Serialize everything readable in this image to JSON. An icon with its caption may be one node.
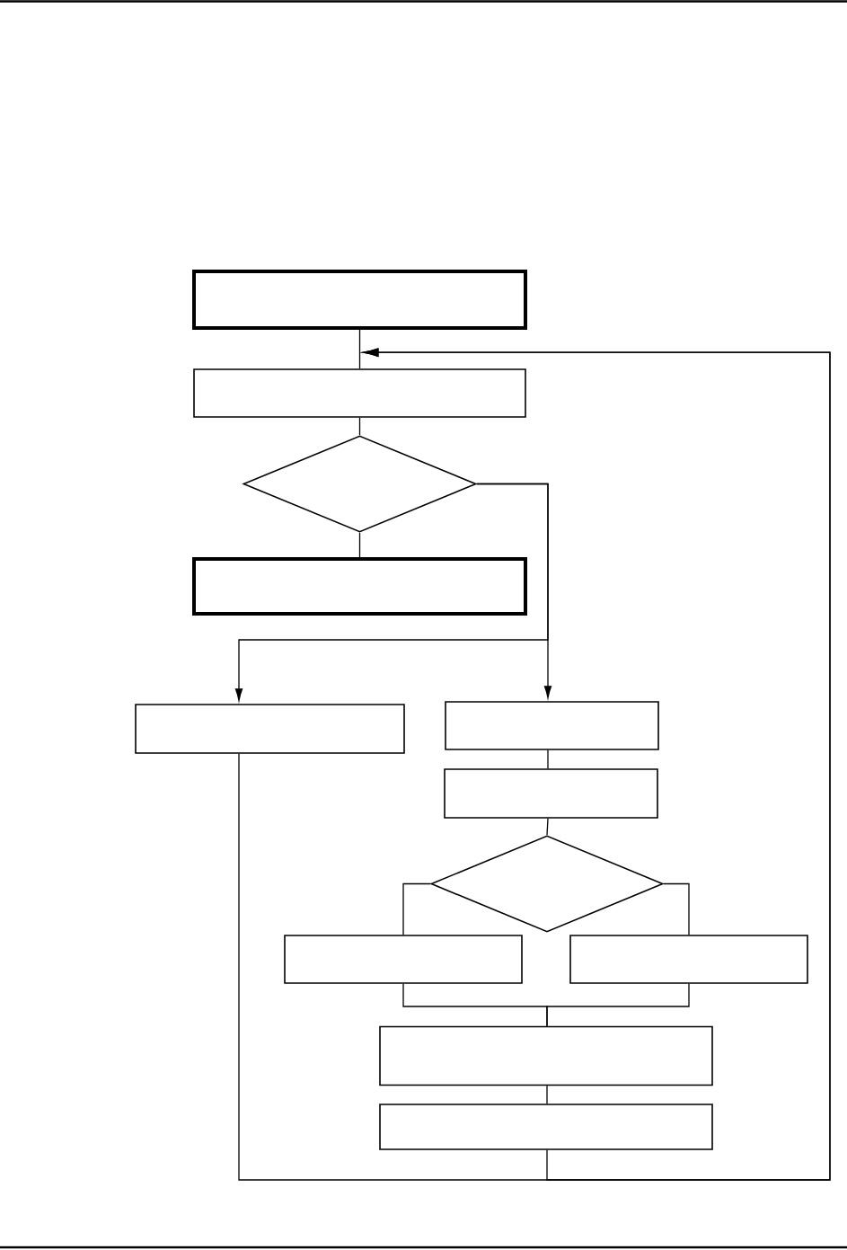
{
  "diagram": {
    "nodes": [
      {
        "text": [],
        "shape": "box"
      },
      {
        "text": [],
        "shape": "box"
      },
      {
        "text": [],
        "shape": "diamond"
      },
      {
        "text": [],
        "shape": "box"
      },
      {
        "text": [],
        "shape": "box"
      },
      {
        "text": [],
        "shape": "box"
      },
      {
        "text": [],
        "shape": "box"
      },
      {
        "text": [],
        "shape": "diamond"
      },
      {
        "text": [],
        "shape": "box"
      },
      {
        "text": [],
        "shape": "box"
      },
      {
        "text": [],
        "shape": "box"
      },
      {
        "text": [],
        "shape": "box"
      }
    ],
    "edges": [
      {
        "from": 0,
        "to": 1,
        "arrow": "none"
      },
      {
        "from": 1,
        "to": 2,
        "arrow": "none"
      },
      {
        "from": 2,
        "to": 3,
        "arrow": "none"
      },
      {
        "from": 2,
        "to": 4,
        "arrow": "to"
      },
      {
        "from": 2,
        "to": 5,
        "arrow": "to"
      },
      {
        "from": 5,
        "to": 6,
        "arrow": "none"
      },
      {
        "from": 6,
        "to": 7,
        "arrow": "none"
      },
      {
        "from": 7,
        "to": 8,
        "arrow": "none"
      },
      {
        "from": 7,
        "to": 9,
        "arrow": "none"
      },
      {
        "from": 8,
        "to": 10,
        "arrow": "none"
      },
      {
        "from": 9,
        "to": 10,
        "arrow": "none"
      },
      {
        "from": 10,
        "to": 11,
        "arrow": "none"
      },
      {
        "from": 4,
        "to": 1,
        "arrow": "to"
      },
      {
        "from": 11,
        "to": 1,
        "arrow": "to"
      }
    ]
  }
}
